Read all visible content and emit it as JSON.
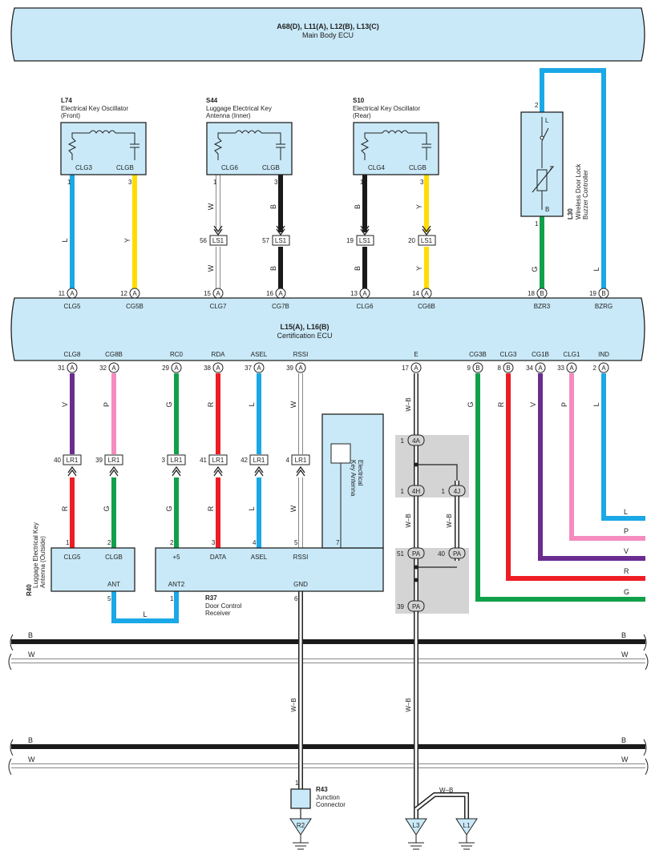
{
  "colors": {
    "box_fill": "#c9e9f8",
    "L": "#1aa8e6",
    "Y": "#ffdd00",
    "W": "#ffffff",
    "B": "#1a1a1a",
    "G": "#10a04a",
    "R": "#ee1c24",
    "P": "#f48cc0",
    "V": "#6a2c8f",
    "gray_zone": "#d4d4d4"
  },
  "main_body_ecu": {
    "codes": "A68(D), L11(A), L12(B), L13(C)",
    "name": "Main Body ECU"
  },
  "cert_ecu": {
    "codes": "L15(A), L16(B)",
    "name": "Certification ECU"
  },
  "components": {
    "l74": {
      "code": "L74",
      "name1": "Electrical Key Oscillator",
      "name2": "(Front)",
      "pin_a": "CLG3",
      "pin_b": "CLGB",
      "num_a": "1",
      "num_b": "3"
    },
    "s44": {
      "code": "S44",
      "name1": "Luggage Electrical Key",
      "name2": "Antenna (Inner)",
      "pin_a": "CLG6",
      "pin_b": "CLGB",
      "num_a": "1",
      "num_b": "3"
    },
    "s10": {
      "code": "S10",
      "name1": "Electrical Key Oscillator",
      "name2": "(Rear)",
      "pin_a": "CLG4",
      "pin_b": "CLGB",
      "num_a": "1",
      "num_b": "3"
    },
    "l30": {
      "code": "L30",
      "name1": "Wireless Door Lock",
      "name2": "Buzzer Controller",
      "pin_top_label": "L",
      "pin_bottom_label": "B",
      "num_top": "2",
      "num_bottom": "1"
    },
    "r40": {
      "code": "R40",
      "name1": "Luggage Electrical Key",
      "name2": "Antenna (Outside)",
      "pin1": "CLG5",
      "pin2": "CLGB",
      "pin_ant": "ANT",
      "num1": "1",
      "num2": "2",
      "num_ant": "5"
    },
    "r37": {
      "code": "R37",
      "name1": "Door Control",
      "name2": "Receiver",
      "pins": [
        "+5",
        "DATA",
        "ASEL",
        "RSSI"
      ],
      "pin_nums": [
        "2",
        "3",
        "4",
        "5"
      ],
      "ant2": "ANT2",
      "gnd": "GND",
      "num_ant2": "1",
      "num_gnd": "6",
      "num_7": "7",
      "antenna1": "Electrical",
      "antenna2": "Key Antenna"
    },
    "r43": {
      "code": "R43",
      "name1": "Junction",
      "name2": "Connector",
      "num": "1"
    }
  },
  "upper_ecu_pins": [
    {
      "num": "11",
      "conn": "A",
      "name": "CLG5"
    },
    {
      "num": "12",
      "conn": "A",
      "name": "CG5B"
    },
    {
      "num": "15",
      "conn": "A",
      "name": "CLG7"
    },
    {
      "num": "16",
      "conn": "A",
      "name": "CG7B"
    },
    {
      "num": "13",
      "conn": "A",
      "name": "CLG6"
    },
    {
      "num": "14",
      "conn": "A",
      "name": "CG6B"
    },
    {
      "num": "18",
      "conn": "B",
      "name": "BZR3"
    },
    {
      "num": "19",
      "conn": "B",
      "name": "BZRG"
    }
  ],
  "lower_ecu_pins": [
    {
      "num": "31",
      "conn": "A",
      "name": "CLG8"
    },
    {
      "num": "32",
      "conn": "A",
      "name": "CG8B"
    },
    {
      "num": "29",
      "conn": "A",
      "name": "RC0"
    },
    {
      "num": "38",
      "conn": "A",
      "name": "RDA"
    },
    {
      "num": "37",
      "conn": "A",
      "name": "ASEL"
    },
    {
      "num": "39",
      "conn": "A",
      "name": "RSSI"
    },
    {
      "num": "17",
      "conn": "A",
      "name": "E"
    },
    {
      "num": "9",
      "conn": "B",
      "name": "CG3B"
    },
    {
      "num": "8",
      "conn": "B",
      "name": "CLG3"
    },
    {
      "num": "34",
      "conn": "A",
      "name": "CG1B"
    },
    {
      "num": "33",
      "conn": "A",
      "name": "CLG1"
    },
    {
      "num": "2",
      "conn": "A",
      "name": "IND"
    }
  ],
  "ls1": {
    "label": "LS1",
    "nums": [
      "56",
      "57",
      "19",
      "20"
    ]
  },
  "lr1": {
    "label": "LR1",
    "nums": [
      "40",
      "39",
      "3",
      "41",
      "42",
      "4"
    ]
  },
  "wire_upper": [
    "L",
    "Y",
    "W",
    "B",
    "B",
    "Y",
    "G",
    "L"
  ],
  "wire_upper2": [
    "W",
    "B",
    "B",
    "Y"
  ],
  "wire_lower_top": [
    "V",
    "P",
    "G",
    "R",
    "L",
    "W"
  ],
  "wire_lower_bot": [
    "R",
    "G",
    "G",
    "R",
    "L",
    "W"
  ],
  "wire_e": "W–B",
  "wire_ant": "L",
  "bus_right_labels": [
    "L",
    "P",
    "V",
    "R",
    "G"
  ],
  "bus_right_side": [
    "G",
    "R",
    "V",
    "P",
    "L"
  ],
  "junctions": {
    "j4a": "4A",
    "j4h": "4H",
    "j4j": "4J",
    "pa": "PA",
    "n4a": "1",
    "n4h": "1",
    "n4j": "1",
    "n51": "51",
    "n40": "40",
    "n39": "39"
  },
  "grounds": {
    "r2": "R2",
    "l3": "L3",
    "l1": "L1",
    "wb": "W–B"
  },
  "buses": {
    "b": "B",
    "w": "W"
  }
}
